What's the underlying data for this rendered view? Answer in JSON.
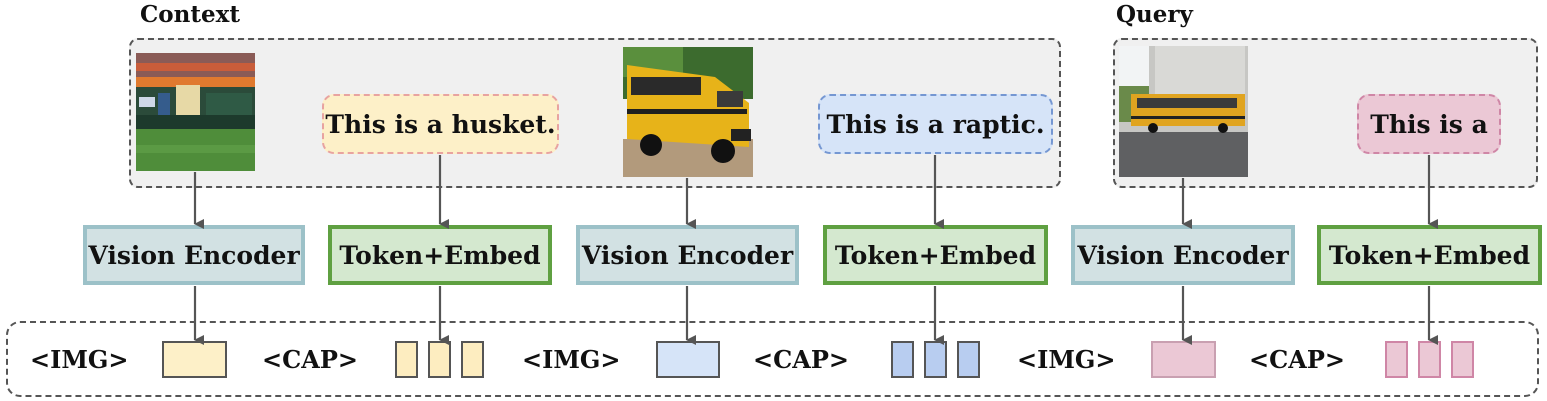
{
  "headings": {
    "context": "Context",
    "query": "Query"
  },
  "captions": {
    "first": "This is a husket.",
    "second": "This is a raptic.",
    "query": "This is a"
  },
  "modules": {
    "vision_encoder": "Vision Encoder",
    "token_embed": "Token+Embed"
  },
  "sequence": {
    "img_tag": "<IMG>",
    "cap_tag": "<CAP>"
  },
  "colors": {
    "yellow_fill": "#fdf0c8",
    "yellow_border": "#e8a3a0",
    "blue_fill": "#d6e4f8",
    "blue_border": "#7597d2",
    "pink_fill": "#ebc8d5",
    "pink_border": "#cf86a6",
    "token_yellow_fill": "#fdedc0",
    "token_blue_fill": "#b8cdf0",
    "vision_fill": "#d2e1e3",
    "vision_border": "#9cc1c8",
    "embed_fill": "#d4e8cf",
    "embed_border": "#5fa041"
  }
}
